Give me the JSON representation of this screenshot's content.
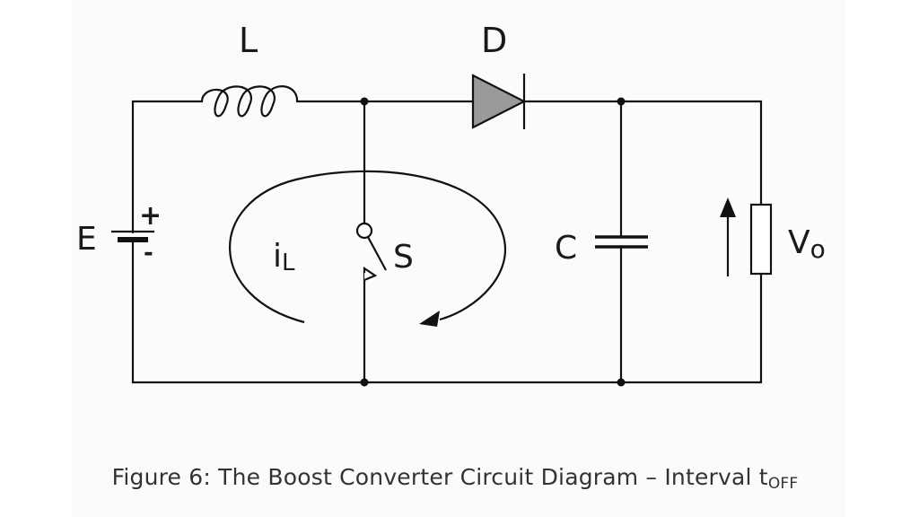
{
  "diagram": {
    "title": "Boost Converter Circuit Diagram",
    "components": {
      "source": {
        "label": "E",
        "plus": "+",
        "minus": "-"
      },
      "inductor": {
        "label": "L"
      },
      "diode": {
        "label": "D",
        "fill_color": "#9a9a9a"
      },
      "switch": {
        "label": "S",
        "state": "open"
      },
      "capacitor": {
        "label": "C"
      },
      "load": {
        "label_main": "V",
        "label_sub": "o"
      },
      "current": {
        "label_main": "i",
        "label_sub": "L"
      }
    },
    "wire_color": "#111111"
  },
  "caption": {
    "text": "Figure 6: The Boost Converter Circuit Diagram – Interval t",
    "subscript": "OFF"
  }
}
